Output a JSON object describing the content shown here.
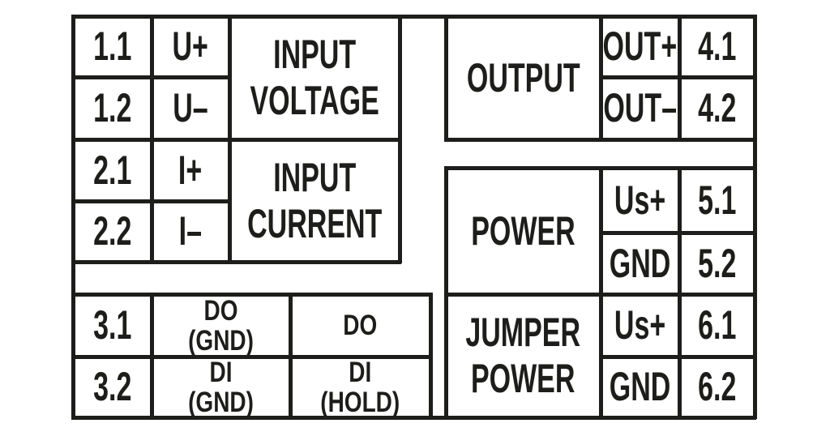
{
  "colors": {
    "line": "#1d1d1b",
    "text": "#1d1d1b",
    "background": "#ffffff"
  },
  "terminal_blocks": {
    "input_voltage": {
      "description": [
        "INPUT",
        "VOLTAGE"
      ],
      "rows": [
        {
          "terminal": "1.1",
          "signal": "U+"
        },
        {
          "terminal": "1.2",
          "signal": "U–"
        }
      ]
    },
    "input_current": {
      "description": [
        "INPUT",
        "CURRENT"
      ],
      "rows": [
        {
          "terminal": "2.1",
          "signal": "I+"
        },
        {
          "terminal": "2.2",
          "signal": "I–"
        }
      ]
    },
    "digital_io": {
      "rows": [
        {
          "terminal": "3.1",
          "signal": [
            "DO",
            "(GND)"
          ],
          "function": [
            "DO"
          ]
        },
        {
          "terminal": "3.2",
          "signal": [
            "DI",
            "(GND)"
          ],
          "function": [
            "DI",
            "(HOLD)"
          ]
        }
      ]
    },
    "output": {
      "description": [
        "OUTPUT"
      ],
      "rows": [
        {
          "signal": "OUT+",
          "terminal": "4.1"
        },
        {
          "signal": "OUT–",
          "terminal": "4.2"
        }
      ]
    },
    "power": {
      "description": [
        "POWER"
      ],
      "rows": [
        {
          "signal": "Us+",
          "terminal": "5.1"
        },
        {
          "signal": "GND",
          "terminal": "5.2"
        }
      ]
    },
    "jumper_power": {
      "description": [
        "JUMPER",
        "POWER"
      ],
      "rows": [
        {
          "signal": "Us+",
          "terminal": "6.1"
        },
        {
          "signal": "GND",
          "terminal": "6.2"
        }
      ]
    }
  }
}
